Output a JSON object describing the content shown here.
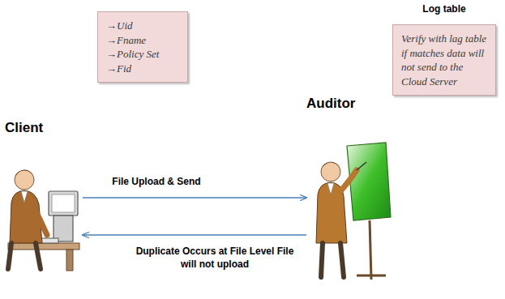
{
  "diagram": {
    "nodes": [
      {
        "text": [
          "Client"
        ]
      },
      {
        "text": [
          "→Uid",
          "→Fname",
          "→Policy Set",
          "→Fid"
        ]
      },
      {
        "text": [
          "Auditor"
        ]
      },
      {
        "text": [
          "Log table",
          "Verify with lag table if matches data will not send to the Cloud Server"
        ]
      }
    ],
    "edges": [
      {
        "from": 0,
        "to": 2,
        "arrow": "to",
        "label": "File Upload & Send"
      },
      {
        "from": 2,
        "to": 0,
        "arrow": "to",
        "label": "Duplicate Occurs at File Level File will not upload"
      }
    ]
  }
}
